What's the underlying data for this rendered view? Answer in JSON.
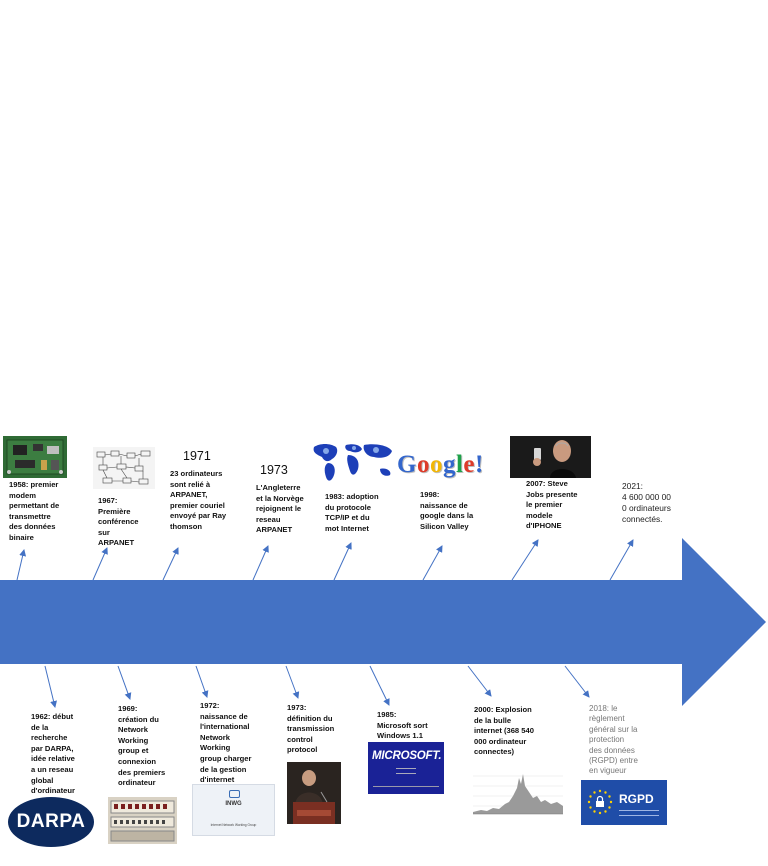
{
  "colors": {
    "arrow": "#4472c4",
    "connector": "#4472c4",
    "background": "#ffffff"
  },
  "headings": {
    "y1971": "1971",
    "y1973": "1973"
  },
  "events_top": {
    "e1958": "1958: premier\nmodem\npermettant de\ntransmettre\ndes données\nbinaire",
    "e1967": "1967:\nPremière\nconférence\nsur\nARPANET",
    "e1971": "23 ordinateurs\nsont relié à\nARPANET,\npremier couriel\nenvoyé par Ray\nthomson",
    "e1973": "L'Angleterre\net la Norvège\nrejoignent le\nreseau\nARPANET",
    "e1983": "1983: adoption\ndu protocole\nTCP/IP et du\nmot Internet",
    "e1998": "1998:\nnaissance de\ngoogle dans la\nSilicon Valley",
    "e2007": "2007: Steve\nJobs presente\nle premier\nmodele\nd'IPHONE",
    "e2021": "2021:\n4 600 000 00\n0 ordinateurs\nconnectés."
  },
  "events_bottom": {
    "e1962": "1962: début\nde la\nrecherche\npar DARPA,\nidée relative\na un reseau\nglobal\nd'ordinateur",
    "e1969": "1969:\ncréation du\nNetwork\nWorking\ngroup et\nconnexion\ndes premiers\nordinateur",
    "e1972": "1972:\nnaissance de\nl'international\nNetwork\nWorking\ngroup charger\nde la gestion\nd'internet",
    "e1973b": "1973:\ndéfinition du\ntransmission\ncontrol\nprotocol",
    "e1985": "1985:\nMicrosoft sort\nWindows 1.1",
    "e2000": "2000: Explosion\nde la bulle\ninternet (368 540\n000 ordinateur\nconnectes)",
    "e2018": "2018: le\nrèglement\ngénéral sur la\nprotection\ndes données\n(RGPD) entre\nen vigueur"
  },
  "logos": {
    "google": [
      "G",
      "o",
      "o",
      "g",
      "l",
      "e",
      "!"
    ],
    "google_colors": [
      "#3366cc",
      "#dd3b2a",
      "#f2b705",
      "#3366cc",
      "#1ea14a",
      "#dd3b2a",
      "#3366cc"
    ],
    "darpa": "DARPA",
    "microsoft": "MICROSOFT.",
    "inwg": "INWG",
    "inwg_caption": "Internet Network Working Group",
    "rgpd": "RGPD"
  }
}
